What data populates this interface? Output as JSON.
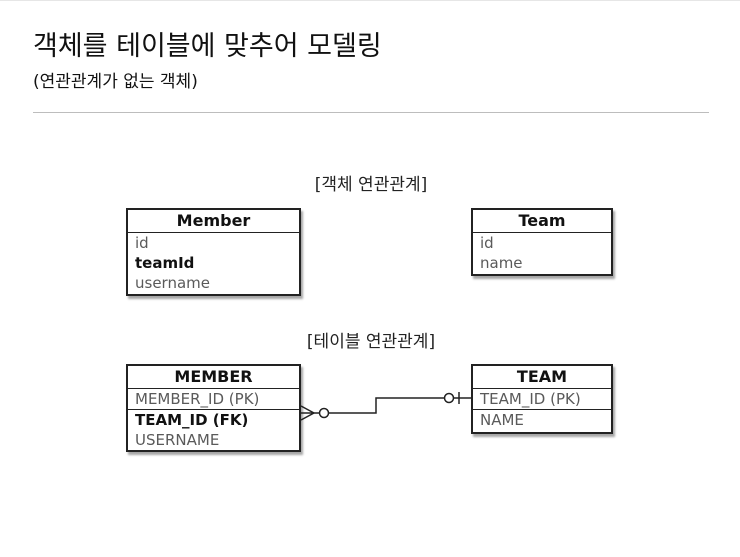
{
  "header": {
    "title": "객체를 테이블에 맞추어 모델링",
    "subtitle": "(연관관계가 없는 객체)"
  },
  "object_section": {
    "label": "[객체 연관관계]",
    "member": {
      "name": "Member",
      "attributes": [
        "id",
        "teamId",
        "username"
      ]
    },
    "team": {
      "name": "Team",
      "attributes": [
        "id",
        "name"
      ]
    }
  },
  "table_section": {
    "label": "[테이블 연관관계]",
    "member_table": {
      "name": "MEMBER",
      "pk": "MEMBER_ID (PK)",
      "fk": "TEAM_ID (FK)",
      "other": "USERNAME"
    },
    "team_table": {
      "name": "TEAM",
      "pk": "TEAM_ID (PK)",
      "other": "NAME"
    }
  },
  "colors": {
    "line": "#222222",
    "text_muted": "#5a5a5a",
    "text_strong": "#111111"
  }
}
